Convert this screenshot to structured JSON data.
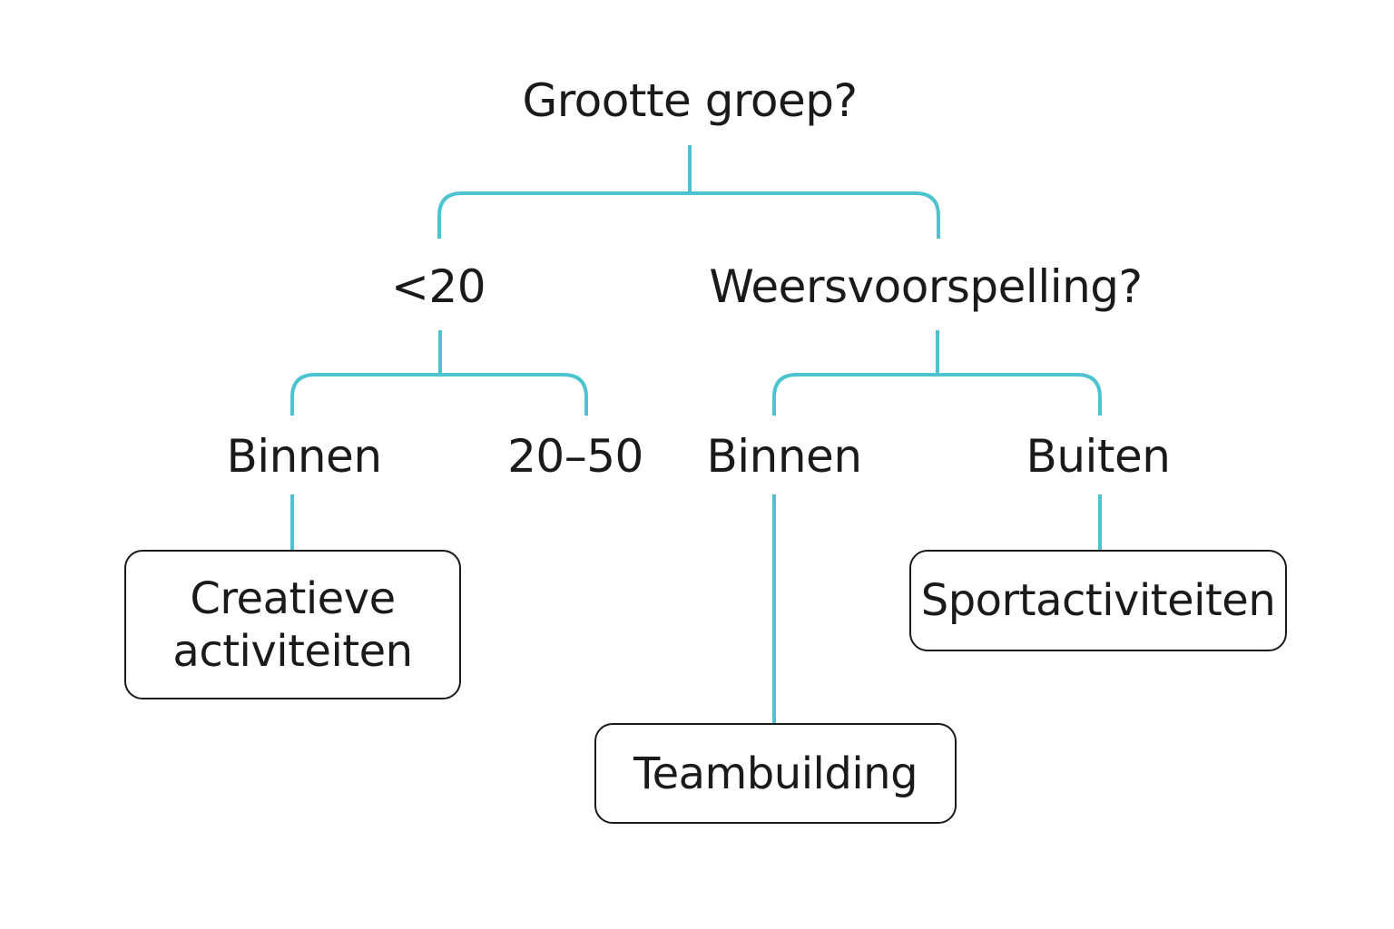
{
  "diagram": {
    "line_color": "#4cc3cf",
    "text_color": "#1a1a1a",
    "nodes": {
      "root": "Grootte groep?",
      "small": "<20",
      "weather": "Weersvoorspelling?",
      "small_indoor": "Binnen",
      "medium": "20–50",
      "weather_indoor": "Binnen",
      "weather_outdoor": "Buiten"
    },
    "outcomes": {
      "creative": "Creatieve\nactiviteiten",
      "teambuilding": "Teambuilding",
      "sports": "Sportactiviteiten"
    }
  }
}
